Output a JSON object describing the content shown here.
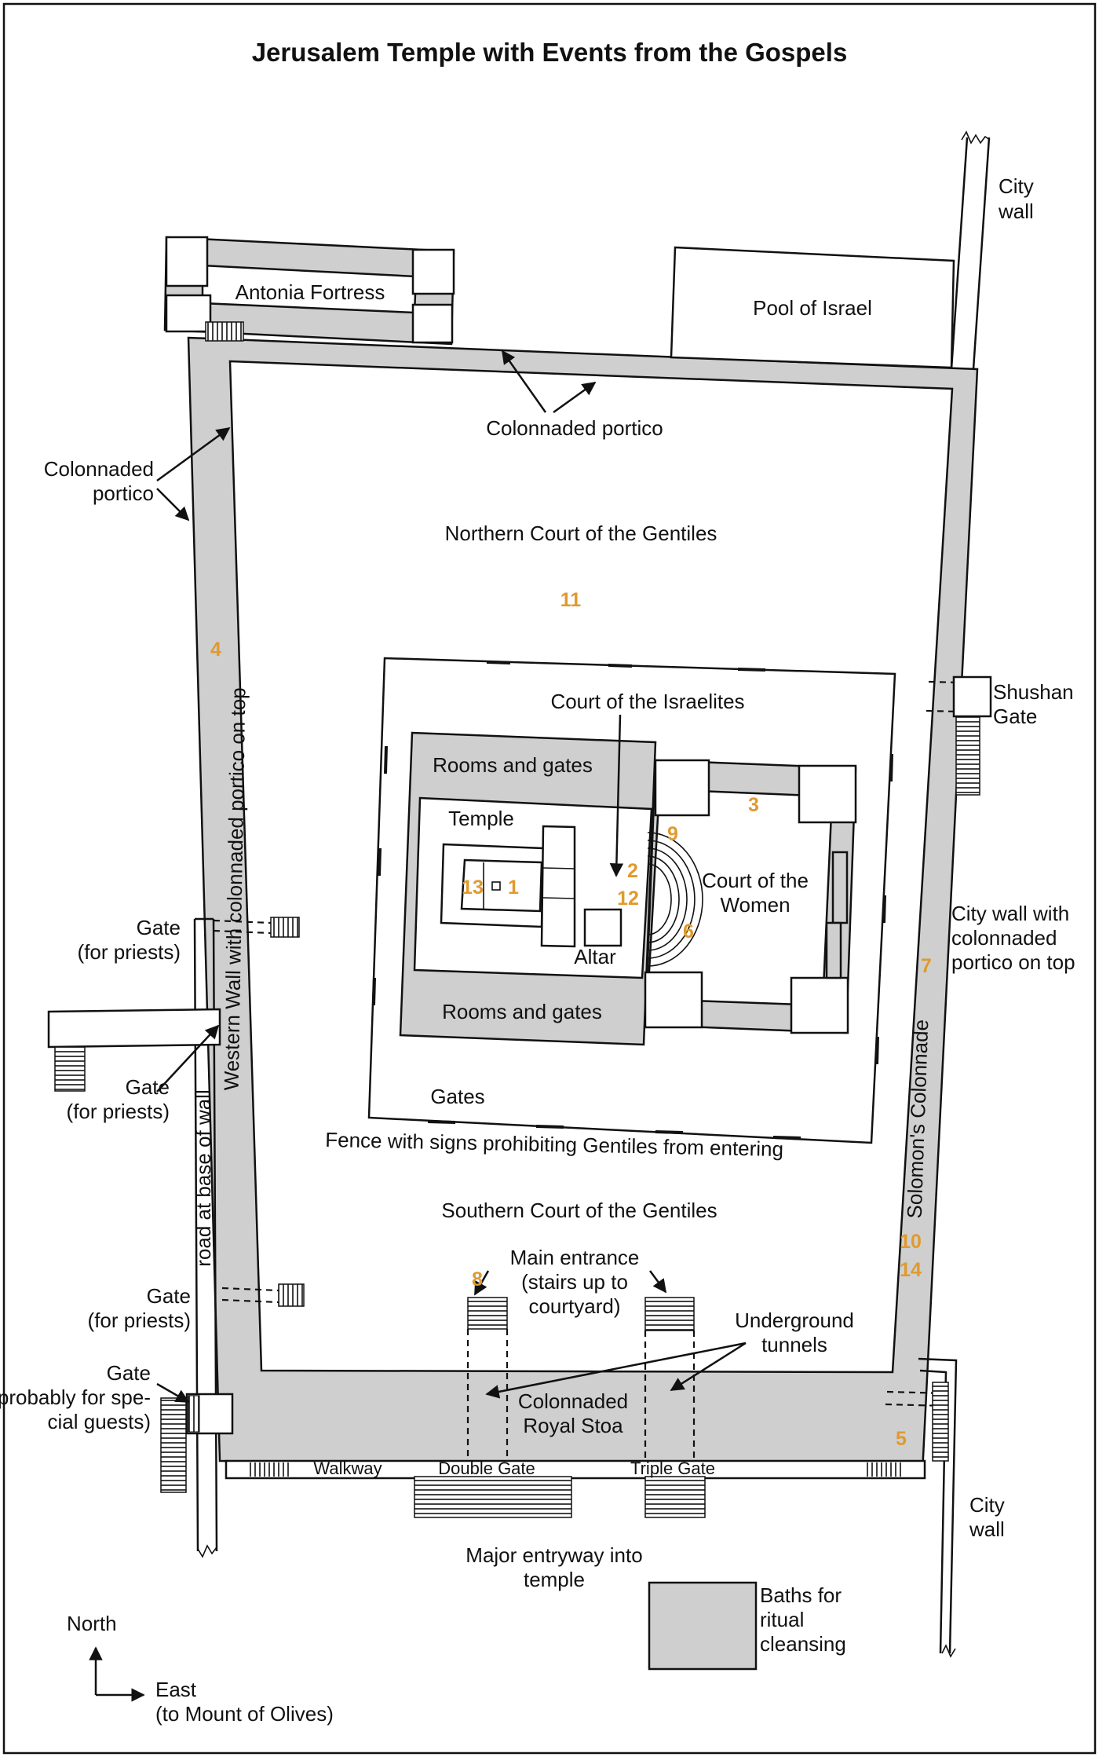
{
  "title": "Jerusalem Temple with Events from the Gospels",
  "colors": {
    "wall_fill": "#cfcfcf",
    "event_numbers": "#e09a2d",
    "line": "#111111"
  },
  "labels": {
    "antonia": "Antonia Fortress",
    "pool": "Pool of Israel",
    "city_wall_ne_1": "City",
    "city_wall_ne_2": "wall",
    "colonnaded_portico_north": "Colonnaded portico",
    "colonnaded_west_1": "Colonnaded",
    "colonnaded_west_2": "portico",
    "northern_court": "Northern Court of the Gentiles",
    "shushan_1": "Shushan",
    "shushan_2": "Gate",
    "court_israelites": "Court of the Israelites",
    "rooms_gates_top": "Rooms and gates",
    "rooms_gates_bottom": "Rooms and gates",
    "temple": "Temple",
    "altar": "Altar",
    "court_women_1": "Court of the",
    "court_women_2": "Women",
    "city_wall_colonnade_1": "City wall with",
    "city_wall_colonnade_2": "colonnaded",
    "city_wall_colonnade_3": "portico on top",
    "western_wall": "Western Wall with colonnaded portico on top",
    "road": "road at base of wall",
    "gate_priests_1a": "Gate",
    "gate_priests_1b": "(for priests)",
    "gate_priests_2a": "Gate",
    "gate_priests_2b": "(for priests)",
    "gate_priests_3a": "Gate",
    "gate_priests_3b": "(for priests)",
    "gate_guests_a": "Gate",
    "gate_guests_b": "(probably for spe-",
    "gate_guests_c": "cial guests)",
    "gates": "Gates",
    "fence": "Fence with signs prohibiting Gentiles from entering",
    "solomons_colonnade": "Solomon's Colonnade",
    "southern_court": "Southern Court of the Gentiles",
    "main_entrance_1": "Main entrance",
    "main_entrance_2": "(stairs up to",
    "main_entrance_3": "courtyard)",
    "underground_1": "Underground",
    "underground_2": "tunnels",
    "royal_stoa_1": "Colonnaded",
    "royal_stoa_2": "Royal Stoa",
    "walkway": "Walkway",
    "double_gate": "Double Gate",
    "triple_gate": "Triple Gate",
    "city_wall_se_1": "City",
    "city_wall_se_2": "wall",
    "major_entry_1": "Major entryway into",
    "major_entry_2": "temple",
    "baths_1": "Baths for",
    "baths_2": "ritual",
    "baths_3": "cleansing",
    "north": "North",
    "east_1": "East",
    "east_2": "(to Mount of Olives)"
  },
  "event_numbers": {
    "n1": "1",
    "n2": "2",
    "n3": "3",
    "n4": "4",
    "n5": "5",
    "n6": "6",
    "n7": "7",
    "n8": "8",
    "n9": "9",
    "n10": "10",
    "n11": "11",
    "n12": "12",
    "n13": "13",
    "n14": "14"
  }
}
